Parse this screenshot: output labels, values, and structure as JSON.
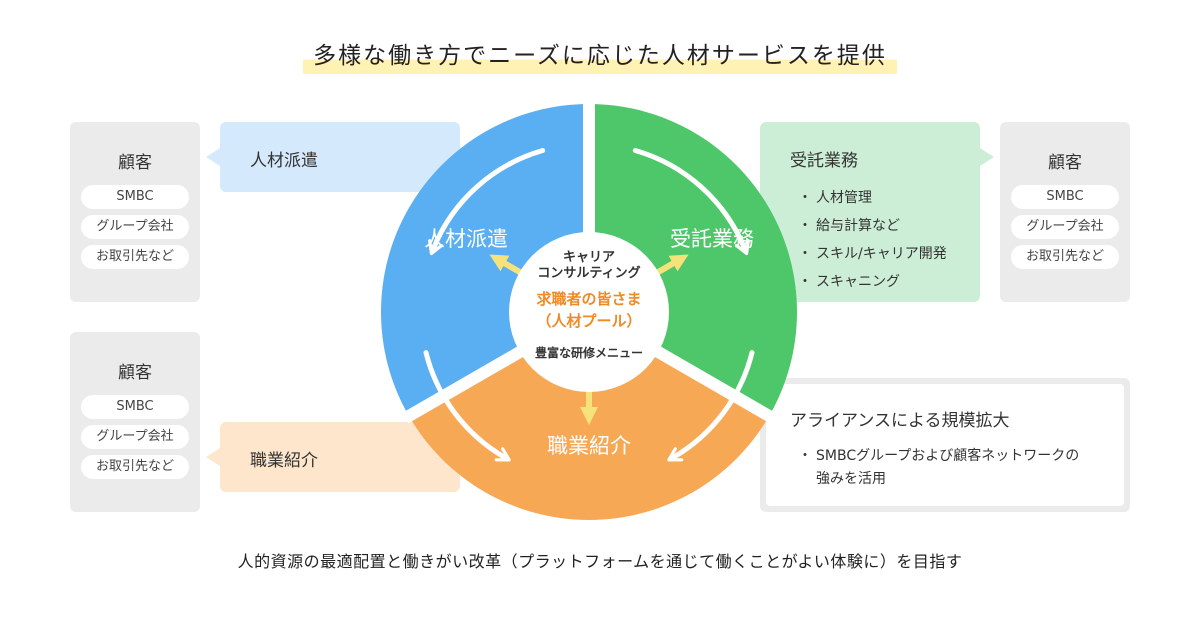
{
  "title": "多様な働き方でニーズに応じた人材サービスを提供",
  "colors": {
    "blue": "#5aaef2",
    "green": "#4ec76a",
    "orange": "#f7a855",
    "center_text_orange": "#f08a25",
    "inner_arrow": "#f5e27a",
    "client_bg": "#ebebeb",
    "callout_blue": "#d4e9fb",
    "callout_green": "#cdeed6",
    "callout_orange": "#fde6cc"
  },
  "client_boxes": {
    "top_left": {
      "title": "顧客",
      "items": [
        "SMBC",
        "グループ会社",
        "お取引先など"
      ]
    },
    "bottom_left": {
      "title": "顧客",
      "items": [
        "SMBC",
        "グループ会社",
        "お取引先など"
      ]
    },
    "top_right": {
      "title": "顧客",
      "items": [
        "SMBC",
        "グループ会社",
        "お取引先など"
      ]
    }
  },
  "callouts": {
    "haken": {
      "label": "人材派遣"
    },
    "shokai": {
      "label": "職業紹介"
    },
    "jutaku": {
      "title": "受託業務",
      "items": [
        "人材管理",
        "給与計算など",
        "スキル/キャリア開発",
        "スキャニング"
      ]
    },
    "alliance": {
      "title": "アライアンスによる規模拡大",
      "items": [
        "SMBCグループおよび顧客ネットワークの強みを活用"
      ]
    }
  },
  "wheel": {
    "segments": {
      "haken": "人材派遣",
      "jutaku": "受託業務",
      "shokai": "職業紹介"
    },
    "center": {
      "top_line1": "キャリア",
      "top_line2": "コンサルティング",
      "main_line1": "求職者の皆さま",
      "main_line2": "（人材プール）",
      "bottom": "豊富な研修メニュー"
    }
  },
  "footer": "人的資源の最適配置と働きがい改革（プラットフォームを通じて働くことがよい体験に）を目指す"
}
